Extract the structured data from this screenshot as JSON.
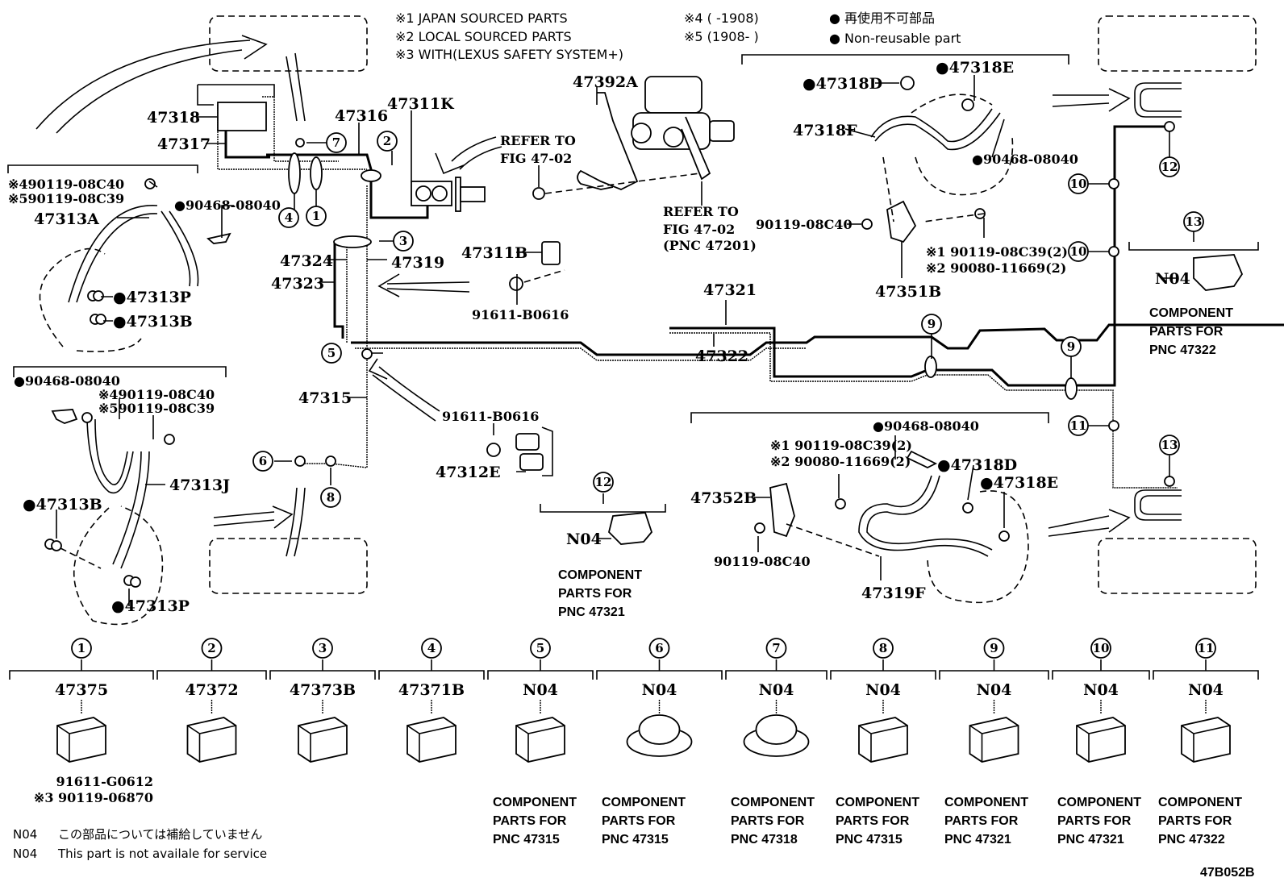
{
  "figure_id": "47B052B",
  "legend": {
    "notes": [
      "※1 JAPAN SOURCED PARTS",
      "※2 LOCAL SOURCED PARTS",
      "※3 WITH(LEXUS SAFETY SYSTEM+)",
      "※4 (     -1908)",
      "※5 (1908-     )"
    ],
    "non_reusable_jp": "● 再使用不可部品",
    "non_reusable_en": "● Non-reusable part"
  },
  "labels": {
    "p47318": "47318",
    "p47317": "47317",
    "p47316": "47316",
    "p47311K": "47311K",
    "p47392A": "47392A",
    "refer1": "REFER TO",
    "refer1b": "FIG 47-02",
    "refer2": "REFER TO",
    "refer2b": "FIG 47-02",
    "refer2c": "(PNC 47201)",
    "fl_bolt4": "※490119-08C40",
    "fl_bolt5": "※590119-08C39",
    "p47313A": "47313A",
    "fl_clip": "●90468-08040",
    "p47313P": "●47313P",
    "p47313B": "●47313B",
    "p47324": "47324",
    "p47323": "47323",
    "p47319": "47319",
    "p47311B": "47311B",
    "b91611_1": "91611-B0616",
    "p47315": "47315",
    "rl_clip": "●90468-08040",
    "rl_bolt4": "※490119-08C40",
    "rl_bolt5": "※590119-08C39",
    "p47313J": "47313J",
    "rl_47313B": "●47313B",
    "rl_47313P": "●47313P",
    "b91611_2": "91611-B0616",
    "p47312E": "47312E",
    "fr_47318D": "●47318D",
    "fr_47318E": "●47318E",
    "p47318F": "47318F",
    "fr_clip": "●90468-08040",
    "fr_bolt": "90119-08C40",
    "fr_n1": "※1 90119-08C39(2)",
    "fr_n2": "※2 90080-11669(2)",
    "p47351B": "47351B",
    "p47321": "47321",
    "p47322": "47322",
    "rr_clip": "●90468-08040",
    "rr_n1": "※1 90119-08C39(2)",
    "rr_n2": "※2 90080-11669(2)",
    "p47352B": "47352B",
    "rr_bolt": "90119-08C40",
    "rr_47318D": "●47318D",
    "rr_47318E": "●47318E",
    "p47319F": "47319F",
    "n04": "N04",
    "comp12": [
      "COMPONENT",
      "PARTS FOR",
      "PNC 47321"
    ],
    "comp13": [
      "COMPONENT",
      "PARTS FOR",
      "PNC 47322"
    ]
  },
  "callouts": [
    "1",
    "2",
    "3",
    "4",
    "5",
    "6",
    "7",
    "8",
    "9",
    "10",
    "11",
    "12",
    "13"
  ],
  "detail_groups": [
    {
      "num": "1",
      "part": "47375",
      "sub": [
        "91611-G0612",
        "※3 90119-06870"
      ],
      "desc": []
    },
    {
      "num": "2",
      "part": "47372",
      "sub": [],
      "desc": []
    },
    {
      "num": "3",
      "part": "47373B",
      "sub": [],
      "desc": []
    },
    {
      "num": "4",
      "part": "47371B",
      "sub": [],
      "desc": []
    },
    {
      "num": "5",
      "part": "N04",
      "sub": [],
      "desc": [
        "COMPONENT",
        "PARTS FOR",
        "PNC 47315"
      ]
    },
    {
      "num": "6",
      "part": "N04",
      "sub": [],
      "desc": [
        "COMPONENT",
        "PARTS FOR",
        "PNC 47315"
      ]
    },
    {
      "num": "7",
      "part": "N04",
      "sub": [],
      "desc": [
        "COMPONENT",
        "PARTS FOR",
        "PNC 47318"
      ]
    },
    {
      "num": "8",
      "part": "N04",
      "sub": [],
      "desc": [
        "COMPONENT",
        "PARTS FOR",
        "PNC 47315"
      ]
    },
    {
      "num": "9",
      "part": "N04",
      "sub": [],
      "desc": [
        "COMPONENT",
        "PARTS FOR",
        "PNC 47321"
      ]
    },
    {
      "num": "10",
      "part": "N04",
      "sub": [],
      "desc": [
        "COMPONENT",
        "PARTS FOR",
        "PNC 47321"
      ]
    },
    {
      "num": "11",
      "part": "N04",
      "sub": [],
      "desc": [
        "COMPONENT",
        "PARTS FOR",
        "PNC 47322"
      ]
    }
  ],
  "footnotes": [
    {
      "code": "N04",
      "text": "この部品については補給していません"
    },
    {
      "code": "N04",
      "text": "This part is not availale for service"
    }
  ]
}
